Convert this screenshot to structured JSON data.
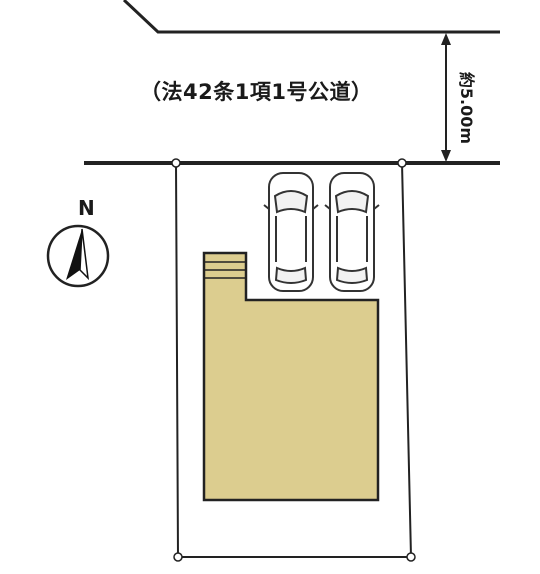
{
  "road": {
    "label": "（法42条1項1号公道）",
    "width_label": "約5.00m"
  },
  "compass": {
    "label": "N"
  },
  "colors": {
    "building": "#dccd8f",
    "line": "#222222",
    "road_fill": "#ffffff"
  },
  "site": {
    "parking_spaces": 2
  }
}
